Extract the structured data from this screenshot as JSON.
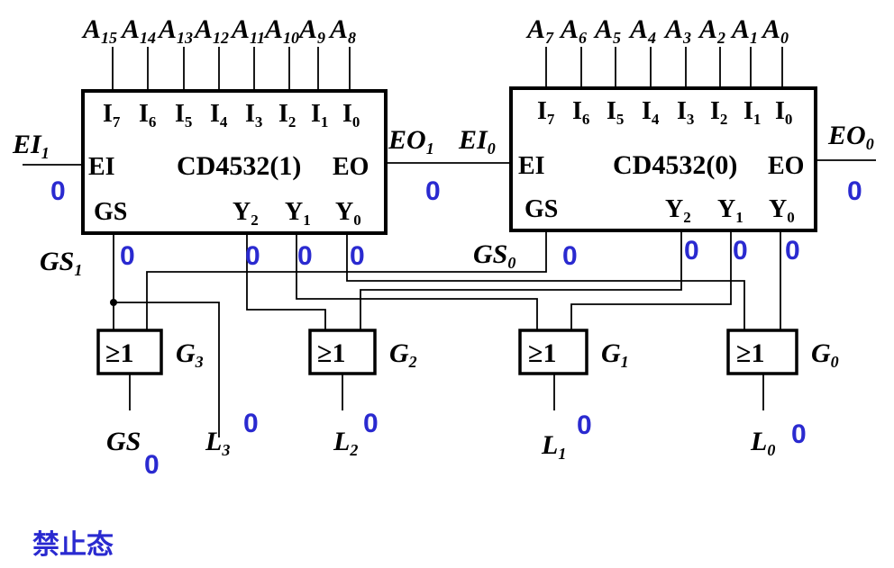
{
  "top_labels_1": [
    {
      "base": "A",
      "sub": "15"
    },
    {
      "base": "A",
      "sub": "14"
    },
    {
      "base": "A",
      "sub": "13"
    },
    {
      "base": "A",
      "sub": "12"
    },
    {
      "base": "A",
      "sub": "11"
    },
    {
      "base": "A",
      "sub": "10"
    },
    {
      "base": "A",
      "sub": "9"
    },
    {
      "base": "A",
      "sub": "8"
    }
  ],
  "top_labels_0": [
    {
      "base": "A",
      "sub": "7"
    },
    {
      "base": "A",
      "sub": "6"
    },
    {
      "base": "A",
      "sub": "5"
    },
    {
      "base": "A",
      "sub": "4"
    },
    {
      "base": "A",
      "sub": "3"
    },
    {
      "base": "A",
      "sub": "2"
    },
    {
      "base": "A",
      "sub": "1"
    },
    {
      "base": "A",
      "sub": "0"
    }
  ],
  "chip1": {
    "name": "CD4532(1)",
    "inputs": [
      {
        "base": "I",
        "sub": "7"
      },
      {
        "base": "I",
        "sub": "6"
      },
      {
        "base": "I",
        "sub": "5"
      },
      {
        "base": "I",
        "sub": "4"
      },
      {
        "base": "I",
        "sub": "3"
      },
      {
        "base": "I",
        "sub": "2"
      },
      {
        "base": "I",
        "sub": "1"
      },
      {
        "base": "I",
        "sub": "0"
      }
    ],
    "ei": "EI",
    "eo": "EO",
    "gs": "GS",
    "outputs": [
      {
        "base": "Y",
        "sub": "2"
      },
      {
        "base": "Y",
        "sub": "1"
      },
      {
        "base": "Y",
        "sub": "0"
      }
    ]
  },
  "chip0": {
    "name": "CD4532(0)",
    "inputs": [
      {
        "base": "I",
        "sub": "7"
      },
      {
        "base": "I",
        "sub": "6"
      },
      {
        "base": "I",
        "sub": "5"
      },
      {
        "base": "I",
        "sub": "4"
      },
      {
        "base": "I",
        "sub": "3"
      },
      {
        "base": "I",
        "sub": "2"
      },
      {
        "base": "I",
        "sub": "1"
      },
      {
        "base": "I",
        "sub": "0"
      }
    ],
    "ei": "EI",
    "eo": "EO",
    "gs": "GS",
    "outputs": [
      {
        "base": "Y",
        "sub": "2"
      },
      {
        "base": "Y",
        "sub": "1"
      },
      {
        "base": "Y",
        "sub": "0"
      }
    ]
  },
  "signals": {
    "ei1": {
      "base": "EI",
      "sub": "1"
    },
    "eo1": {
      "base": "EO",
      "sub": "1"
    },
    "ei0": {
      "base": "EI",
      "sub": "0"
    },
    "eo0": {
      "base": "EO",
      "sub": "0"
    },
    "gs1": {
      "base": "GS",
      "sub": "1"
    },
    "gs0": {
      "base": "GS",
      "sub": "0"
    }
  },
  "gates": [
    {
      "symbol": "≥1",
      "label": {
        "base": "G",
        "sub": "3"
      }
    },
    {
      "symbol": "≥1",
      "label": {
        "base": "G",
        "sub": "2"
      }
    },
    {
      "symbol": "≥1",
      "label": {
        "base": "G",
        "sub": "1"
      }
    },
    {
      "symbol": "≥1",
      "label": {
        "base": "G",
        "sub": "0"
      }
    }
  ],
  "outputs": {
    "gs": {
      "base": "GS",
      "sub": ""
    },
    "l3": {
      "base": "L",
      "sub": "3"
    },
    "l2": {
      "base": "L",
      "sub": "2"
    },
    "l1": {
      "base": "L",
      "sub": "1"
    },
    "l0": {
      "base": "L",
      "sub": "0"
    }
  },
  "values": {
    "ei1": "0",
    "eo1": "0",
    "eo0": "0",
    "gs1": "0",
    "y2_1": "0",
    "y1_1": "0",
    "y0_1": "0",
    "gs0": "0",
    "y2_0": "0",
    "y1_0": "0",
    "y0_0": "0",
    "gs_out": "0",
    "l3": "0",
    "l2": "0",
    "l1": "0",
    "l0": "0"
  },
  "caption": "禁止态"
}
